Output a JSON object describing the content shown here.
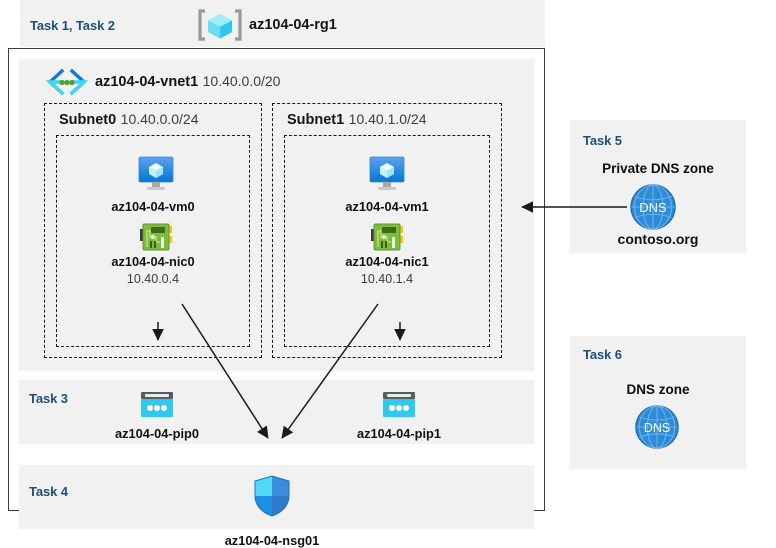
{
  "header": {
    "task_label": "Task 1, Task 2",
    "resource_group": "az104-04-rg1",
    "rg_icon": "resource-group-cube-icon"
  },
  "vnet": {
    "name": "az104-04-vnet1",
    "cidr": "10.40.0.0/20",
    "icon": "virtual-network-icon"
  },
  "subnets": [
    {
      "name": "Subnet0",
      "cidr": "10.40.0.0/24",
      "vm": {
        "name": "az104-04-vm0",
        "icon": "virtual-machine-icon"
      },
      "nic": {
        "name": "az104-04-nic0",
        "ip": "10.40.0.4",
        "icon": "network-interface-icon"
      }
    },
    {
      "name": "Subnet1",
      "cidr": "10.40.1.0/24",
      "vm": {
        "name": "az104-04-vm1",
        "icon": "virtual-machine-icon"
      },
      "nic": {
        "name": "az104-04-nic1",
        "ip": "10.40.1.4",
        "icon": "network-interface-icon"
      }
    }
  ],
  "task3": {
    "label": "Task 3",
    "pip0": {
      "name": "az104-04-pip0",
      "icon": "public-ip-icon"
    },
    "pip1": {
      "name": "az104-04-pip1",
      "icon": "public-ip-icon"
    }
  },
  "task4": {
    "label": "Task 4",
    "nsg": {
      "name": "az104-04-nsg01",
      "icon": "network-security-group-shield-icon"
    }
  },
  "task5": {
    "label": "Task 5",
    "title": "Private DNS zone",
    "zone_name": "contoso.org",
    "icon": "dns-globe-icon",
    "icon_text": "DNS"
  },
  "task6": {
    "label": "Task 6",
    "title": "DNS zone",
    "icon": "dns-globe-icon",
    "icon_text": "DNS"
  },
  "colors": {
    "task_label": "#1f4e79",
    "panel_bg": "#f1f1f1",
    "page_bg": "#ffffff",
    "border": "#3b3b3b",
    "dashed_border": "#1a1a1a",
    "arrow": "#1a1a1a",
    "azure_blue": "#0078d4",
    "cyan": "#32c8ed",
    "nic_green": "#6aab3b",
    "dns_blue": "#2e8bd8"
  }
}
